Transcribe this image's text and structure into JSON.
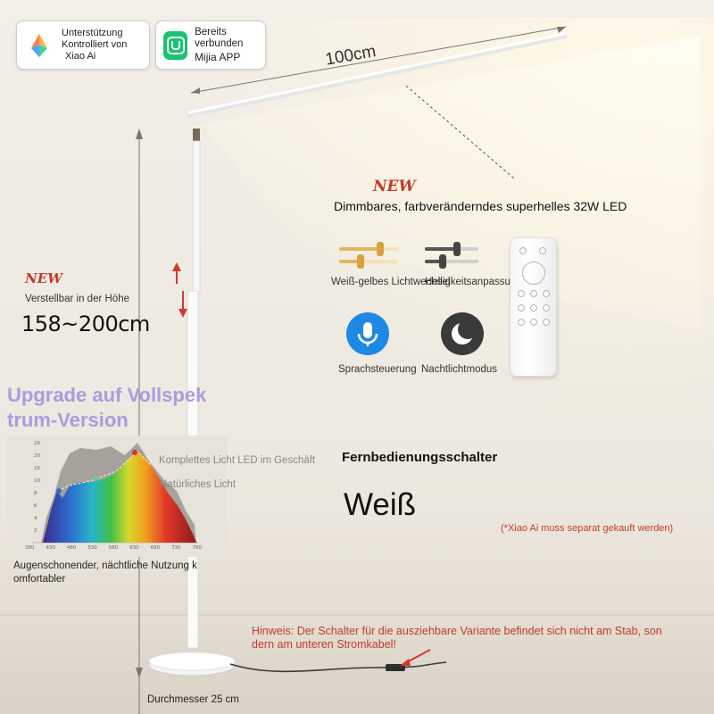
{
  "badges": {
    "xiaoai": {
      "line1": "Unterstützung",
      "line2": "Kontrolliert von",
      "line3": "Xiao Ai",
      "icon": "xiao-ai-logo-icon"
    },
    "mijia": {
      "line1": "Bereits verbunden",
      "line2": "Mijia APP",
      "icon": "mijia-logo-icon"
    }
  },
  "dimensions": {
    "length": "100cm",
    "height_range": "158~200cm",
    "base_diameter": "Durchmesser 25 cm"
  },
  "height_feature": {
    "new_tag": "NEW",
    "label": "Verstellbar in der Höhe"
  },
  "headline": {
    "new_tag": "NEW",
    "text": "Dimmbares, farbveränderndes superhelles 32W LED"
  },
  "controls": {
    "color_temp": "Weiß-gelbes Lichtwechsel",
    "brightness": "Helligkeitsanpassung",
    "voice": "Sprachsteuerung",
    "night": "Nachtlichtmodus"
  },
  "spectrum": {
    "title_line1": "Upgrade auf Vollspek",
    "title_line2": "trum-Version",
    "legend_full": "Komplettes Licht LED im Geschäft",
    "legend_natural": "Natürliches Licht",
    "caption_line1": "Augenschonender, nächtliche Nutzung k",
    "caption_line2": "omfortabler",
    "x_ticks": [
      "380",
      "430",
      "480",
      "530",
      "580",
      "630",
      "680",
      "730",
      "780"
    ]
  },
  "remote_switch": "Fernbedienungsschalter",
  "color_name": "Weiß",
  "xiaoai_note": "(*Xiao Ai muss separat gekauft werden)",
  "hint": {
    "line1": "Hinweis: Der Schalter für die ausziehbare Variante befindet sich nicht am Stab, son",
    "line2": "dern am unteren Stromkabel!"
  },
  "colors": {
    "accent_red": "#c23b2a",
    "upgrade_purple": "#a79de0",
    "voice_blue": "#1e88e5",
    "night_dark": "#3a3a3a"
  }
}
